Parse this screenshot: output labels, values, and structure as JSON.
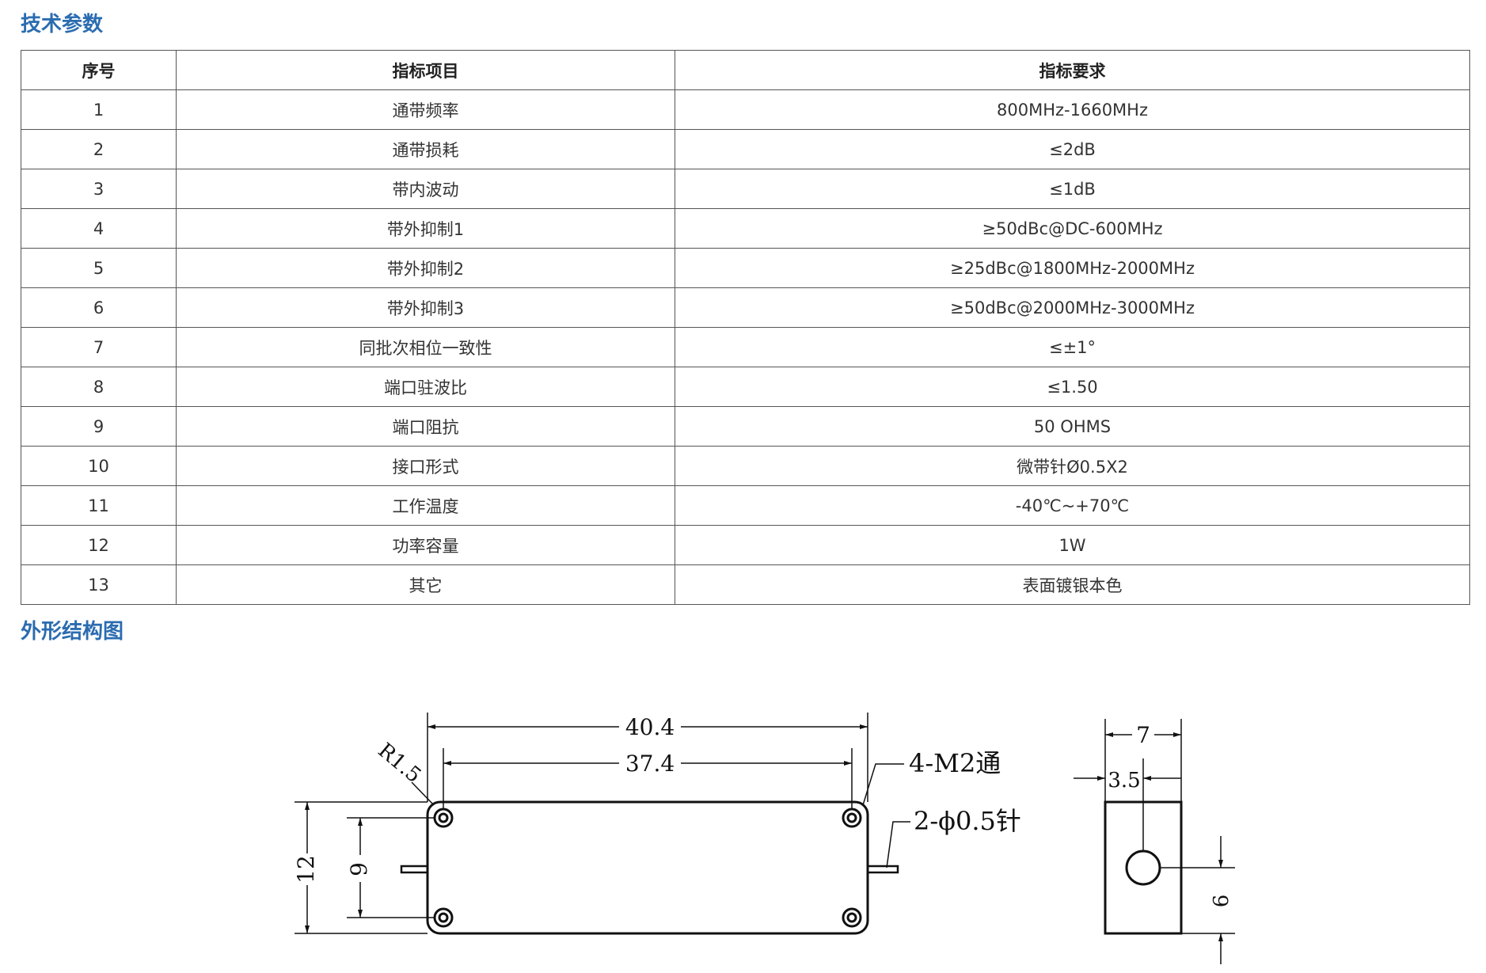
{
  "sections": {
    "specs_title": "技术参数",
    "outline_title": "外形结构图"
  },
  "table": {
    "headers": [
      "序号",
      "指标项目",
      "指标要求"
    ],
    "rows": [
      [
        "1",
        "通带频率",
        "800MHz-1660MHz"
      ],
      [
        "2",
        "通带损耗",
        "≤2dB"
      ],
      [
        "3",
        "带内波动",
        "≤1dB"
      ],
      [
        "4",
        "带外抑制1",
        "≥50dBc@DC-600MHz"
      ],
      [
        "5",
        "带外抑制2",
        "≥25dBc@1800MHz-2000MHz"
      ],
      [
        "6",
        "带外抑制3",
        "≥50dBc@2000MHz-3000MHz"
      ],
      [
        "7",
        "同批次相位一致性",
        "≤±1°"
      ],
      [
        "8",
        "端口驻波比",
        "≤1.50"
      ],
      [
        "9",
        "端口阻抗",
        "50 OHMS"
      ],
      [
        "10",
        "接口形式",
        "微带针Ø0.5X2"
      ],
      [
        "11",
        "工作温度",
        "-40℃~+70℃"
      ],
      [
        "12",
        "功率容量",
        "1W"
      ],
      [
        "13",
        "其它",
        "表面镀银本色"
      ]
    ]
  },
  "drawing": {
    "dim_overall_length": "40.4",
    "dim_hole_spacing": "37.4",
    "dim_corner_radius": "R1.5",
    "dim_height": "12",
    "dim_hole_vertical": "9",
    "label_holes": "4-M2通",
    "label_pins": "2-ϕ0.5针",
    "dim_width": "7",
    "dim_half_width": "3.5",
    "dim_pin_height": "6"
  }
}
